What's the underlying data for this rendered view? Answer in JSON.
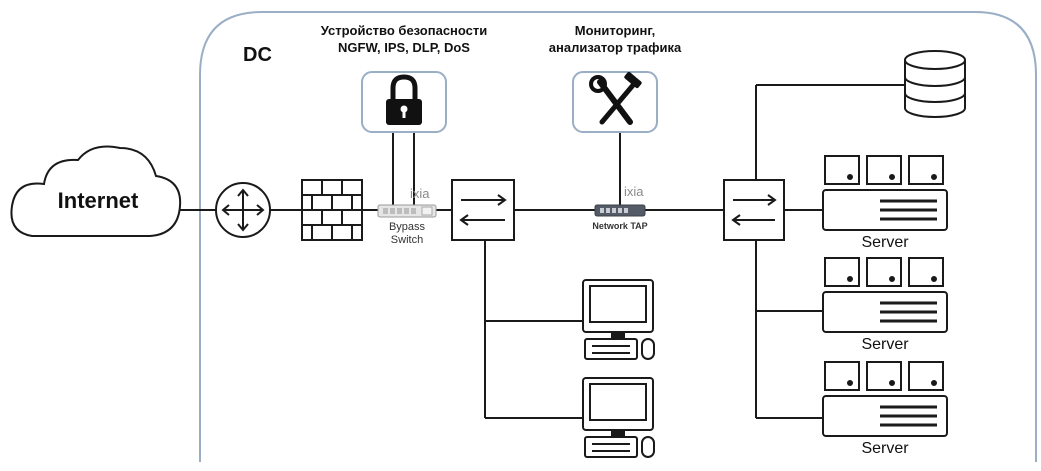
{
  "dc": {
    "label": "DC"
  },
  "internet": {
    "label": "Internet"
  },
  "security_device": {
    "title_line1": "Устройство безопасности",
    "title_line2": "NGFW, IPS, DLP, DoS"
  },
  "monitoring": {
    "title_line1": "Мониторинг,",
    "title_line2": "анализатор трафика"
  },
  "bypass_switch": {
    "brand": "ixia",
    "line1": "Bypass",
    "line2": "Switch"
  },
  "network_tap": {
    "brand": "ixia",
    "label": "Network TAP"
  },
  "servers": [
    {
      "label": "Server"
    },
    {
      "label": "Server"
    },
    {
      "label": "Server"
    }
  ],
  "colors": {
    "dc_border": "#9aaec6",
    "icon_stroke": "#1a1a1a",
    "line": "#1a1a1a",
    "badge_border": "#9aaec6"
  }
}
